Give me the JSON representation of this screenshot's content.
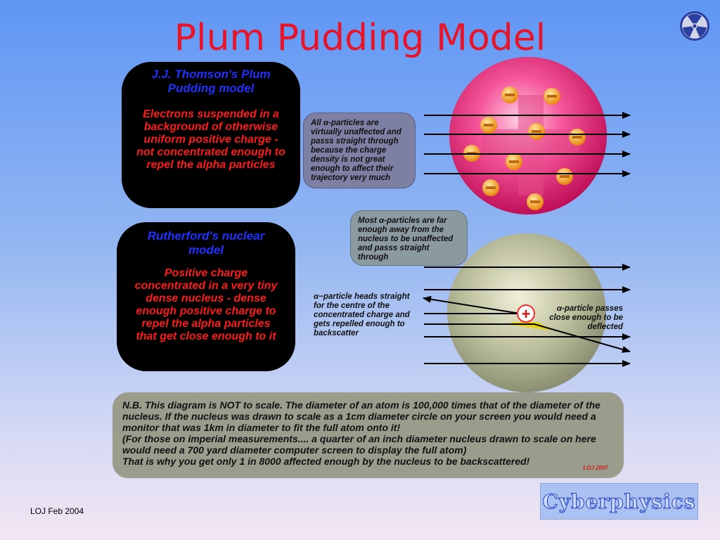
{
  "title": "Plum Pudding Model",
  "thomson": {
    "heading": "J.J. Thomson's Plum Pudding model",
    "body": "Electrons suspended in a background of otherwise uniform positive charge - not concentrated enough to repel the alpha particles"
  },
  "rutherford": {
    "heading": "Rutherford's nuclear model",
    "body": "Positive charge concentrated in a very tiny dense nucleus - dense enough positive charge to repel the alpha particles that get close enough to it"
  },
  "labels": {
    "all_alpha": "All α-particles are virtually unaffected and passs straight through because the charge density is not great enough to affect their trajectory very much",
    "most_alpha": "Most α-particles are far enough away from the nucleus to be unaffected and passs straight through",
    "heads_straight": "α−particle heads straight for the centre of the concentrated charge and gets repelled enough to backscatter",
    "passes_close": "α-particle passes close enough to be deflected"
  },
  "symbols": {
    "minus": "−",
    "plus": "+"
  },
  "note": {
    "lines": [
      "N.B. This diagram is NOT to scale. The diameter of an atom is 100,000 times that of the diameter of the nucleus. If the nucleus was drawn to scale as a 1cm diameter circle on your screen you would need a monitor that was 1km in diameter to fit the full atom onto it!",
      "(For those on imperial measurements.... a quarter of an inch diameter nucleus drawn to scale on here would need a 700 yard diameter computer screen to display the full atom)",
      "That is why you get only 1 in 8000 affected enough by the nucleus to be backscattered!"
    ],
    "signature": "LOJ 2007"
  },
  "footer": "LOJ Feb 2004",
  "brand": "Cyberphysics",
  "logo_icon": "radiation-icon",
  "colors": {
    "title": "#e8142a",
    "heading": "#2030ff",
    "body_text": "#ff1a1a"
  }
}
